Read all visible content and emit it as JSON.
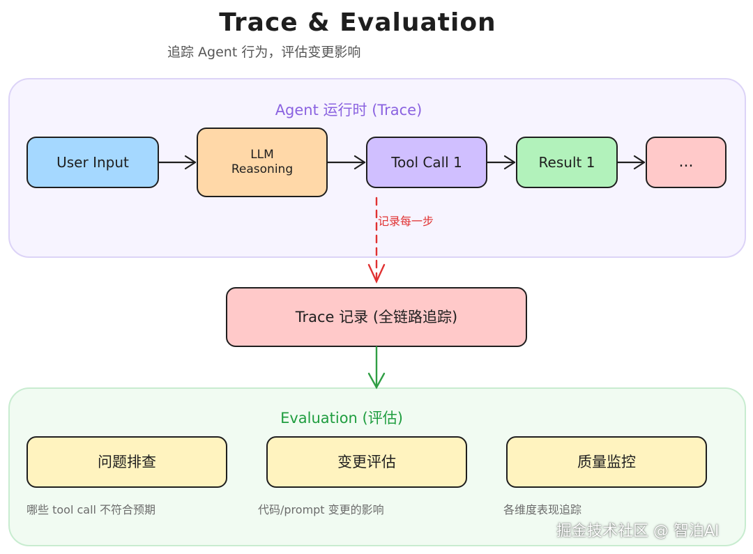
{
  "header": {
    "title": "Trace & Evaluation",
    "subtitle": "追踪 Agent 行为，评估变更影响"
  },
  "trace_section": {
    "heading": "Agent 运行时 (Trace)",
    "nodes": [
      {
        "label": "User Input",
        "color": "#a5d8ff"
      },
      {
        "label": "LLM\nReasoning",
        "color": "#ffd8a8"
      },
      {
        "label": "Tool Call 1",
        "color": "#d0bfff"
      },
      {
        "label": "Result 1",
        "color": "#b2f2bb"
      },
      {
        "label": "...",
        "color": "#ffc9c9"
      }
    ],
    "record_edge_label": "记录每一步"
  },
  "trace_record": {
    "label": "Trace 记录 (全链路追踪)",
    "color": "#ffc9c9"
  },
  "evaluation_section": {
    "heading": "Evaluation (评估)",
    "items": [
      {
        "label": "问题排查",
        "caption": "哪些 tool call 不符合预期"
      },
      {
        "label": "变更评估",
        "caption": "代码/prompt 变更的影响"
      },
      {
        "label": "质量监控",
        "caption": "各维度表现追踪"
      }
    ],
    "color": "#fff3bf"
  },
  "colors": {
    "trace_panel": "#f7f4ff",
    "eval_panel": "#f1fbf2",
    "trace_heading": "#8a62e0",
    "eval_heading": "#1f9d3f",
    "dashed_arrow": "#e03131",
    "green_arrow": "#2f9e44"
  },
  "watermark": "掘金技术社区 @ 智泊AI"
}
